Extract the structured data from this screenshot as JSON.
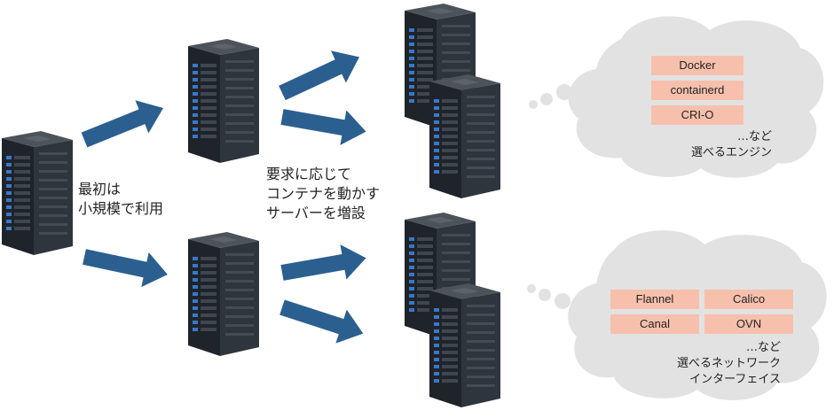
{
  "labels": {
    "start": [
      "最初は",
      "小規模で利用"
    ],
    "scale": [
      "要求に応じて",
      "コンテナを動かす",
      "サーバーを増設"
    ]
  },
  "engines": {
    "items": [
      "Docker",
      "containerd",
      "CRI-O"
    ],
    "note": [
      "…など",
      "選べるエンジン"
    ]
  },
  "networks": {
    "items": [
      "Flannel",
      "Calico",
      "Canal",
      "OVN"
    ],
    "note": [
      "…など",
      "選べるネットワーク",
      "インターフェイス"
    ]
  },
  "colors": {
    "arrow": "#2b5f8f",
    "cloud": "#e2e2e2",
    "box": "#f7c0ad",
    "server_front": "#1f242a",
    "server_side": "#2f353c",
    "server_top": "#4d535a",
    "server_led": "#3a78c8"
  }
}
